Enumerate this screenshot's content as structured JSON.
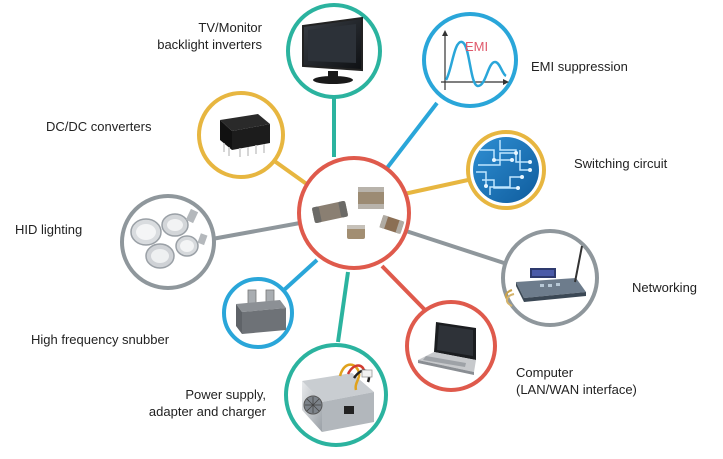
{
  "center": {
    "name": "ceramic-chip-capacitors"
  },
  "applications": [
    {
      "id": "tv",
      "label_lines": [
        "TV/Monitor",
        "backlight inverters"
      ],
      "ring_color": "#2bb39f",
      "icon": "tv-monitor-icon"
    },
    {
      "id": "emi",
      "label_lines": [
        "EMI suppression"
      ],
      "ring_color": "#2aa6d9",
      "icon": "emi-waveform-icon",
      "icon_text": "EMI"
    },
    {
      "id": "switching",
      "label_lines": [
        "Switching circuit"
      ],
      "ring_color": "#e7b640",
      "icon": "circuit-board-icon"
    },
    {
      "id": "networking",
      "label_lines": [
        "Networking"
      ],
      "ring_color": "#8f979c",
      "icon": "router-icon"
    },
    {
      "id": "computer",
      "label_lines": [
        "Computer",
        "(LAN/WAN interface)"
      ],
      "ring_color": "#df5a4c",
      "icon": "laptop-icon"
    },
    {
      "id": "power",
      "label_lines": [
        "Power supply,",
        "adapter and charger"
      ],
      "ring_color": "#2bb39f",
      "icon": "power-supply-icon"
    },
    {
      "id": "snubber",
      "label_lines": [
        "High frequency snubber"
      ],
      "ring_color": "#2aa6d9",
      "icon": "snubber-capacitor-icon"
    },
    {
      "id": "hid",
      "label_lines": [
        "HID lighting"
      ],
      "ring_color": "#8f979c",
      "icon": "hid-lamp-icon"
    },
    {
      "id": "dcdc",
      "label_lines": [
        "DC/DC converters"
      ],
      "ring_color": "#e7b640",
      "icon": "dc-dc-module-icon"
    }
  ],
  "center_ring_color": "#df5a4c"
}
